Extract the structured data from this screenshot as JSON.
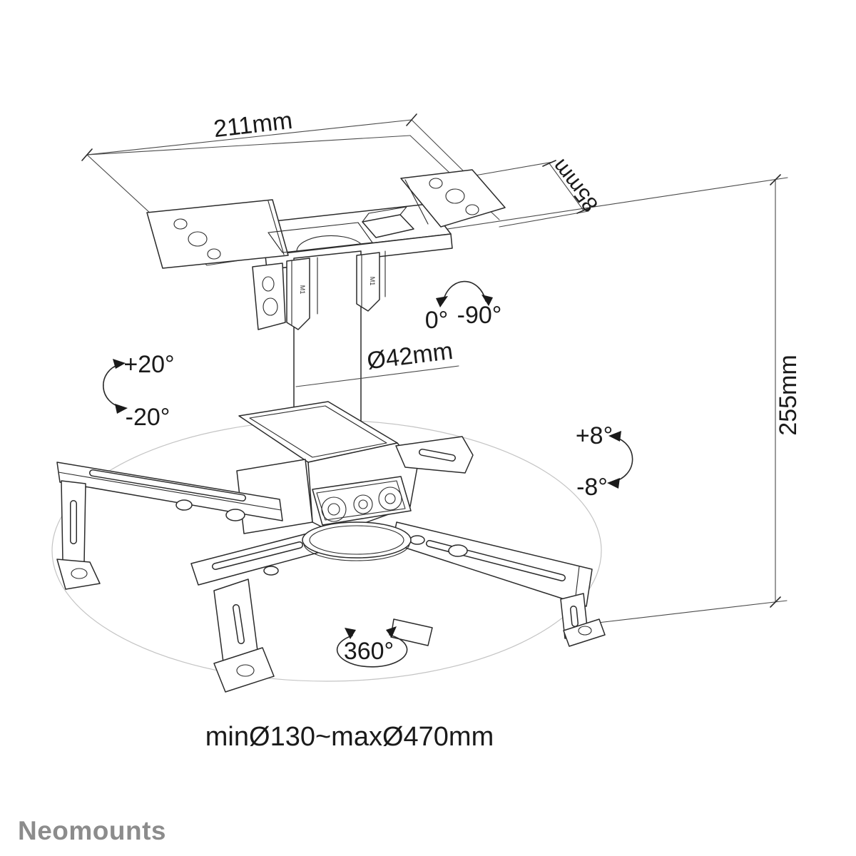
{
  "colors": {
    "background": "#ffffff",
    "line": "#2b2b2b",
    "dimension_line": "#4a4a4a",
    "guide_ellipse": "#c4c4c4",
    "text": "#1a1a1a",
    "brand": "#8c8c8c"
  },
  "brand": {
    "logo": "Neomounts"
  },
  "dimensions": {
    "plate_width": "211mm",
    "plate_depth": "85mm",
    "drop_height": "255mm",
    "tube_diameter": "Ø42mm",
    "mount_pattern_range": "minØ130~maxØ470mm"
  },
  "angles": {
    "fold_start": "0°",
    "fold_end": "-90°",
    "swivel_up": "+20°",
    "swivel_down": "-20°",
    "tilt_up": "+8°",
    "tilt_down": "-8°",
    "rotation": "360°"
  },
  "part_markings": {
    "strap_left": "M1",
    "strap_right": "M1"
  }
}
